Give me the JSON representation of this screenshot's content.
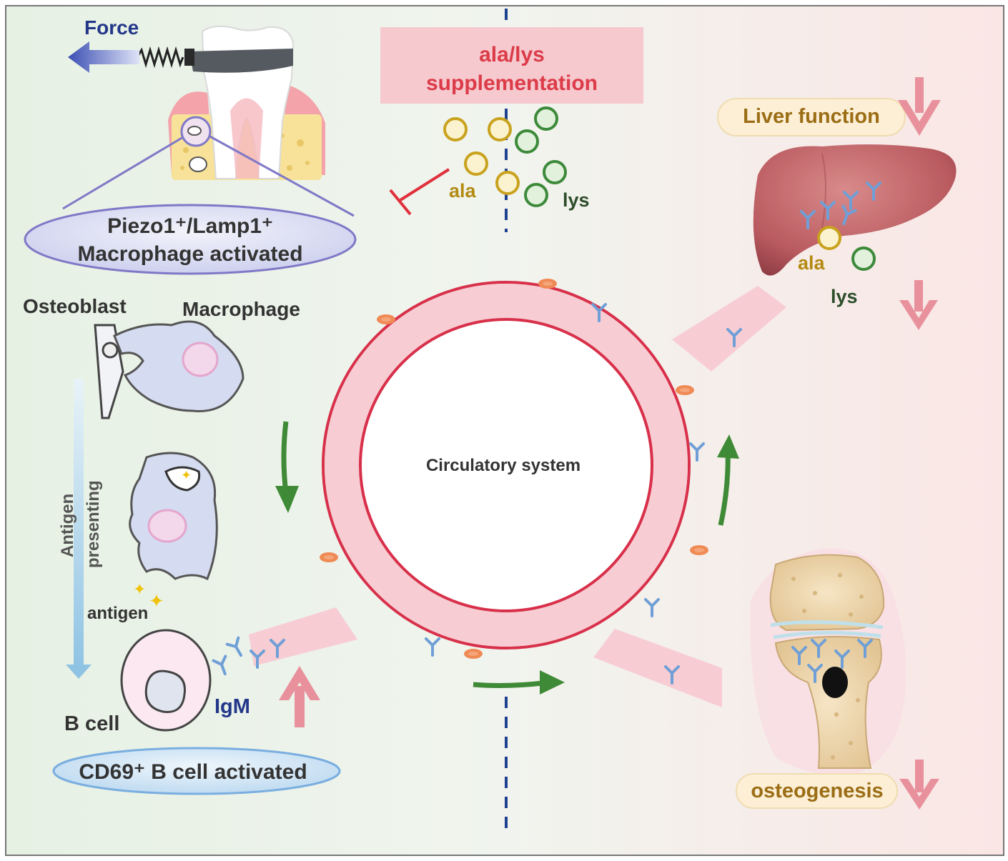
{
  "labels": {
    "force": "Force",
    "supplement_line1": "ala/lys",
    "supplement_line2": "supplementation",
    "ala_top": "ala",
    "lys_top": "lys",
    "liver_function": "Liver function",
    "ala_liver": "ala",
    "lys_liver": "lys",
    "piezo_line1": "Piezo1⁺/Lamp1⁺",
    "piezo_line2": "Macrophage activated",
    "osteoblast": "Osteoblast",
    "macrophage": "Macrophage",
    "circulatory": "Circulatory system",
    "antigen_presenting_1": "Antigen",
    "antigen_presenting_2": "presenting",
    "antigen": "antigen",
    "b_cell": "B cell",
    "igm": "IgM",
    "cd69": "CD69⁺ B cell activated",
    "osteogenesis": "osteogenesis"
  },
  "colors": {
    "left_bg": "#e8f2e6",
    "right_bg": "#f9e9e7",
    "vessel": "#f7cdd3",
    "vessel_border": "#d8304a",
    "flow_arrow": "#3f8a36",
    "down_arrow": "#e8919c",
    "ala": "#c9a21e",
    "lys": "#3c8a3a",
    "supplement_box": "#f6c9cf",
    "supplement_text": "#dc3b48",
    "antibody": "#6f9fd6",
    "dash_line": "#1f3f8f"
  },
  "icons": [
    "tooth-icon",
    "liver-icon",
    "bone-icon",
    "antibody-icon",
    "macrophage-icon",
    "b-cell-icon",
    "osteoblast-icon",
    "red-blood-cell-icon",
    "spring-icon"
  ]
}
